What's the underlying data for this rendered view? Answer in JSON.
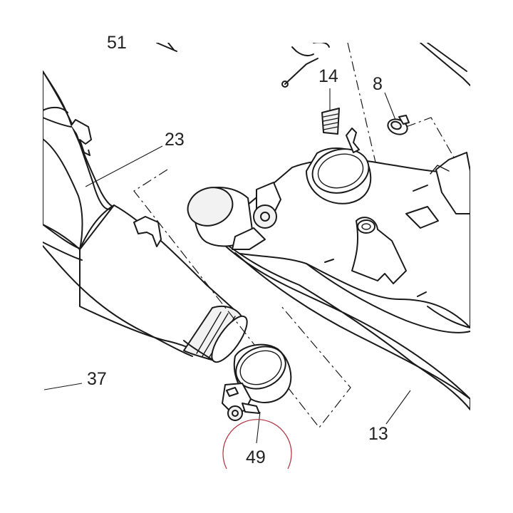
{
  "callouts": [
    {
      "id": "51",
      "text": "51"
    },
    {
      "id": "14",
      "text": "14"
    },
    {
      "id": "8",
      "text": "8"
    },
    {
      "id": "23",
      "text": "23"
    },
    {
      "id": "37",
      "text": "37"
    },
    {
      "id": "13",
      "text": "13"
    },
    {
      "id": "49",
      "text": "49"
    }
  ],
  "colors": {
    "line": "#1a1a1a",
    "label": "#222222",
    "highlight_circle": "#b03040",
    "background": "#ffffff"
  }
}
